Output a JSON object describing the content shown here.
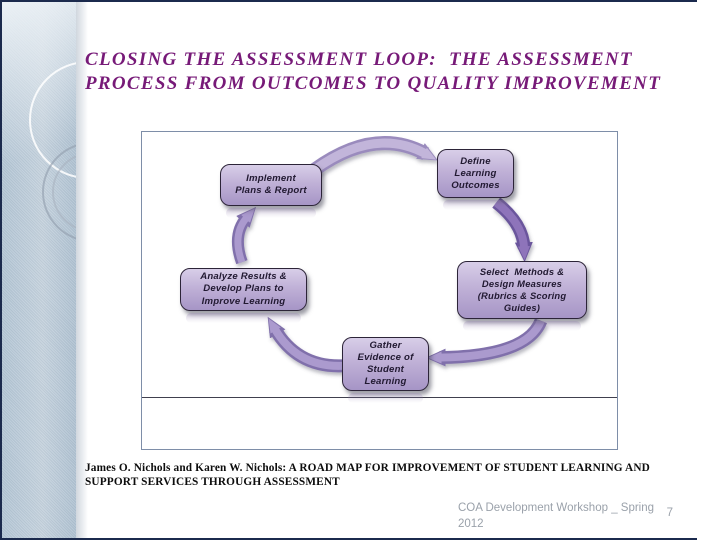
{
  "slide": {
    "title_lines": [
      "CLOSING THE ASSESSMENT LOOP:  THE ASSESSMENT",
      "PROCESS FROM OUTCOMES TO QUALITY IMPROVEMENT"
    ],
    "citation_lines": [
      "James O. Nichols and Karen W. Nichols: A ROAD MAP FOR IMPROVEMENT OF STUDENT LEARNING AND",
      "SUPPORT SERVICES THROUGH ASSESSMENT"
    ],
    "footer": "COA Development Workshop _ Spring 2012",
    "page_number": "7"
  },
  "diagram": {
    "nodes": {
      "implement": "Implement\nPlans & Report",
      "define": "Define\nLearning\nOutcomes",
      "select": "Select  Methods &\nDesign Measures\n(Rubrics & Scoring\nGuides)",
      "gather": "Gather\nEvidence of\nStudent\nLearning",
      "analyze": "Analyze Results &\nDevelop Plans to\nImprove Learning"
    },
    "arrows": [
      {
        "from": "Implement Plans & Report",
        "to": "Define Learning Outcomes"
      },
      {
        "from": "Define Learning Outcomes",
        "to": "Select Methods & Design Measures (Rubrics & Scoring Guides)"
      },
      {
        "from": "Select Methods & Design Measures (Rubrics & Scoring Guides)",
        "to": "Gather Evidence of Student Learning"
      },
      {
        "from": "Gather Evidence of Student Learning",
        "to": "Analyze Results & Develop Plans to Improve Learning"
      },
      {
        "from": "Analyze Results & Develop Plans to Improve Learning",
        "to": "Implement Plans & Report"
      }
    ]
  },
  "colors": {
    "title_text": "#771a78",
    "frame": "#1b2a4d",
    "sidebar": "#bccbd9",
    "node_fill": "#b9a8d2",
    "node_border": "#2c2438",
    "arrow_light": "#c2b5da",
    "arrow_medium": "#ab9ace",
    "arrow_dark": "#8e74ba",
    "diagram_border": "#7e8ea8",
    "footer_text": "#9aa1aa",
    "citation_text": "#0d0d0d"
  }
}
